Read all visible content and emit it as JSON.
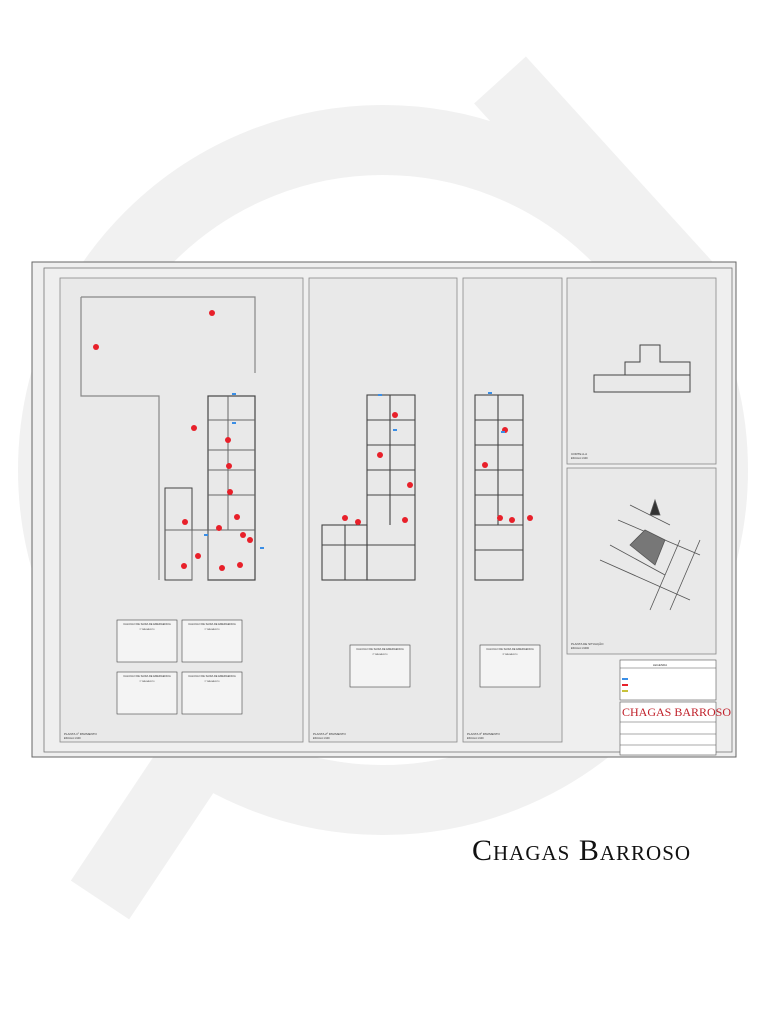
{
  "sheet": {
    "brand": "Chagas Barroso",
    "colors": {
      "fire_equipment": "#e8202a",
      "emergency_light": "#3a8ee6",
      "signage": "#c8c23a",
      "walls": "#555555",
      "panel": "#e8e8e8"
    },
    "panels": [
      {
        "title": "PLANTA 1º PAVIMENTO",
        "scale": "ESCALA 1/100"
      },
      {
        "title": "PLANTA 2º PAVIMENTO",
        "scale": "ESCALA 1/100"
      },
      {
        "title": "PLANTA 3º PAVIMENTO",
        "scale": "ESCALA 1/100"
      },
      {
        "title": "CORTE A-A",
        "scale": "ESCALA 1/100"
      },
      {
        "title": "PLANTA DE SITUAÇÃO",
        "scale": "ESCALA 1/1000"
      }
    ],
    "calc_boxes": [
      {
        "title": "CALCULO DE SAIDA DE EMERGENCIA",
        "sub": "1º PAVIMENTO"
      },
      {
        "title": "CALCULO DE SAIDA DE EMERGENCIA",
        "sub": "1º PAVIMENTO"
      },
      {
        "title": "CALCULO DE SAIDA DE EMERGENCIA",
        "sub": "1º PAVIMENTO"
      },
      {
        "title": "CALCULO DE SAIDA DE EMERGENCIA",
        "sub": "1º PAVIMENTO"
      },
      {
        "title": "CALCULO DE SAIDA DE EMERGENCIA",
        "sub": "2º PAVIMENTO"
      },
      {
        "title": "CALCULO DE SAIDA DE EMERGENCIA",
        "sub": "3º PAVIMENTO"
      }
    ],
    "legend": {
      "title": "LEGENDA"
    },
    "title_block": {
      "logo": "CHAGAS BARROSO"
    }
  }
}
